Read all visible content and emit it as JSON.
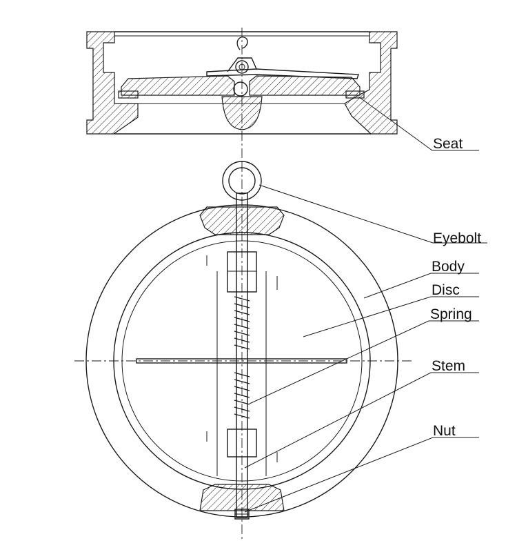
{
  "labels": {
    "seat": "Seat",
    "eyebolt": "Eyebolt",
    "body": "Body",
    "disc": "Disc",
    "spring": "Spring",
    "stem": "Stem",
    "nut": "Nut"
  }
}
